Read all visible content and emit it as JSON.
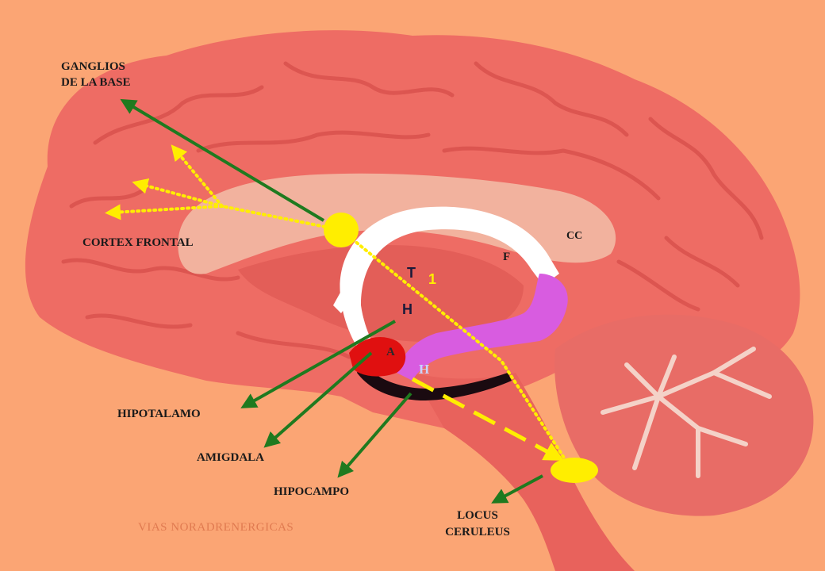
{
  "labels": {
    "ganglios_line1": "GANGLIOS",
    "ganglios_line2": "DE LA BASE",
    "cortex_frontal": "CORTEX FRONTAL",
    "cc": "CC",
    "f": "F",
    "t": "T",
    "one": "1",
    "h_hypothalamus": "H",
    "a": "A",
    "h_hippocampus": "H",
    "hipotalamo": "HIPOTALAMO",
    "amigdala": "AMIGDALA",
    "hipocampo": "HIPOCAMPO",
    "locus_line1": "LOCUS",
    "locus_line2": "CERULEUS",
    "vias": "VIAS  NORADRENERGICAS"
  },
  "colors": {
    "background": "#FBA574",
    "brain": "#EE6C64",
    "brain_fold": "#D9524D",
    "corpus_callosum": "#F2B29E",
    "fornix": "#FFFFFF",
    "hippocampus_purple": "#D85CE0",
    "amygdala_red": "#E01010",
    "arrow_green": "#1F7A1F",
    "pathway_yellow": "#FFEE00"
  }
}
